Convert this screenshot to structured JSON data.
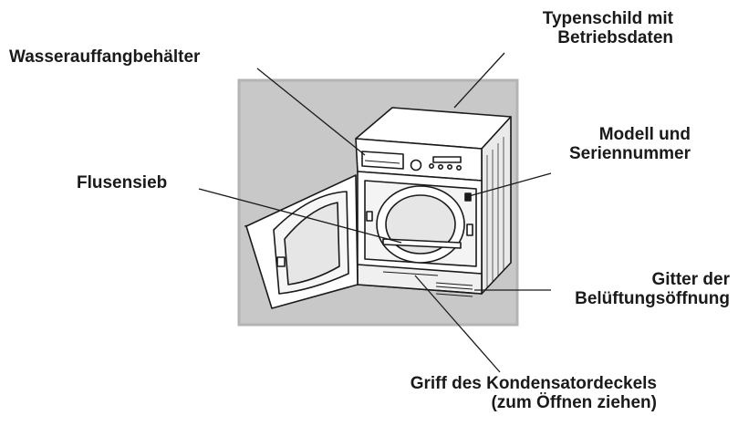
{
  "labels": {
    "typenschild": [
      "Typenschild mit",
      "Betriebsdaten"
    ],
    "wasser": "Wasserauffangbehälter",
    "modell": [
      "Modell und",
      "Seriennummer"
    ],
    "flusen": "Flusensieb",
    "gitter": [
      "Gitter der",
      "Belüftungsöffnung"
    ],
    "griff": [
      "Griff des Kondensatordeckels",
      "(zum Öffnen ziehen)"
    ]
  },
  "colors": {
    "backdrop": "#c8c8c8",
    "backdrop_border": "#b4b4b4",
    "line": "#1a1a1a",
    "appliance_fill": "#ffffff",
    "appliance_shade": "#e6e6e6"
  }
}
